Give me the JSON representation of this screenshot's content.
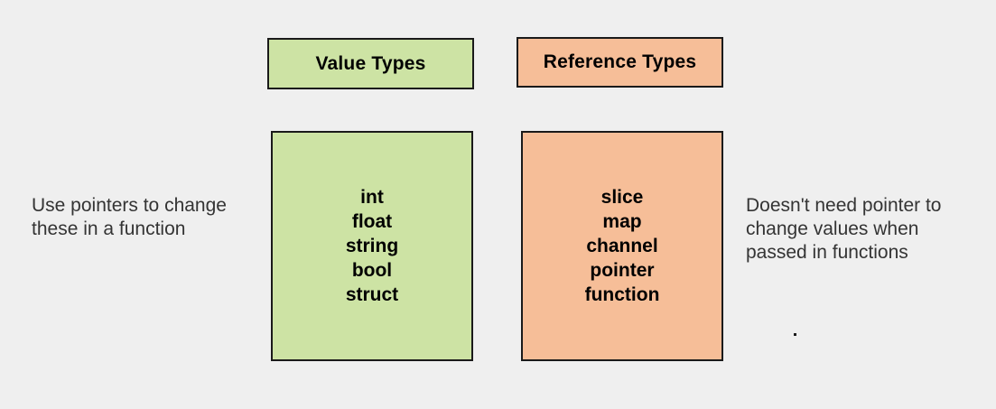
{
  "diagram": {
    "title_implicit": "Go value types vs reference types",
    "colors": {
      "background": "#efefef",
      "value_fill": "#cde3a4",
      "reference_fill": "#f6be98",
      "border": "#1a1a1a",
      "box_text": "#000000",
      "note_text": "#343434"
    },
    "headers": {
      "value_label": "Value Types",
      "reference_label": "Reference Types"
    },
    "value_box": {
      "items": [
        "int",
        "float",
        "string",
        "bool",
        "struct"
      ]
    },
    "reference_box": {
      "items": [
        "slice",
        "map",
        "channel",
        "pointer",
        "function"
      ]
    },
    "notes": {
      "left": {
        "lines": [
          "Use pointers to change",
          "these in a function"
        ]
      },
      "right": {
        "lines": [
          "Doesn't need pointer to",
          "change values when",
          "passed in functions"
        ]
      }
    },
    "stray_mark": "."
  }
}
